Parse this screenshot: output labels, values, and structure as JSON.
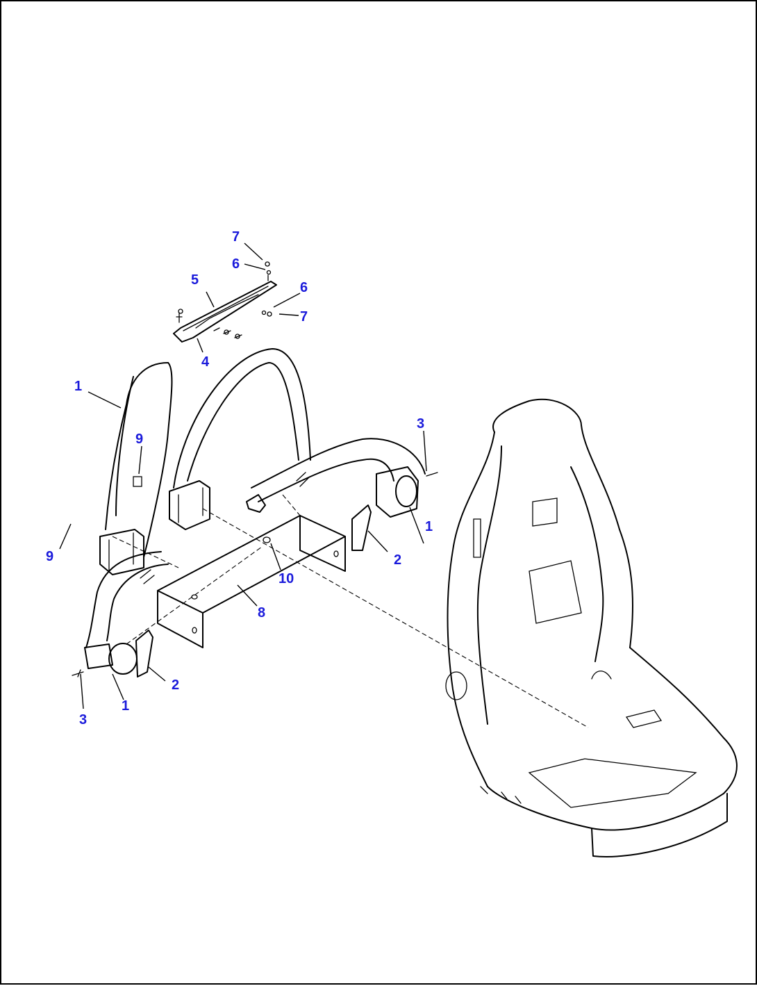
{
  "diagram": {
    "label_color": "#1a1adb",
    "line_color": "#000000",
    "callouts": [
      {
        "id": "c1",
        "text": "7"
      },
      {
        "id": "c2",
        "text": "6"
      },
      {
        "id": "c3",
        "text": "5"
      },
      {
        "id": "c4",
        "text": "6"
      },
      {
        "id": "c5",
        "text": "7"
      },
      {
        "id": "c6",
        "text": "4"
      },
      {
        "id": "c7",
        "text": "1"
      },
      {
        "id": "c8",
        "text": "9"
      },
      {
        "id": "c9",
        "text": "3"
      },
      {
        "id": "c10",
        "text": "1"
      },
      {
        "id": "c11",
        "text": "9"
      },
      {
        "id": "c12",
        "text": "2"
      },
      {
        "id": "c13",
        "text": "10"
      },
      {
        "id": "c14",
        "text": "8"
      },
      {
        "id": "c15",
        "text": "2"
      },
      {
        "id": "c16",
        "text": "1"
      },
      {
        "id": "c17",
        "text": "3"
      }
    ]
  }
}
